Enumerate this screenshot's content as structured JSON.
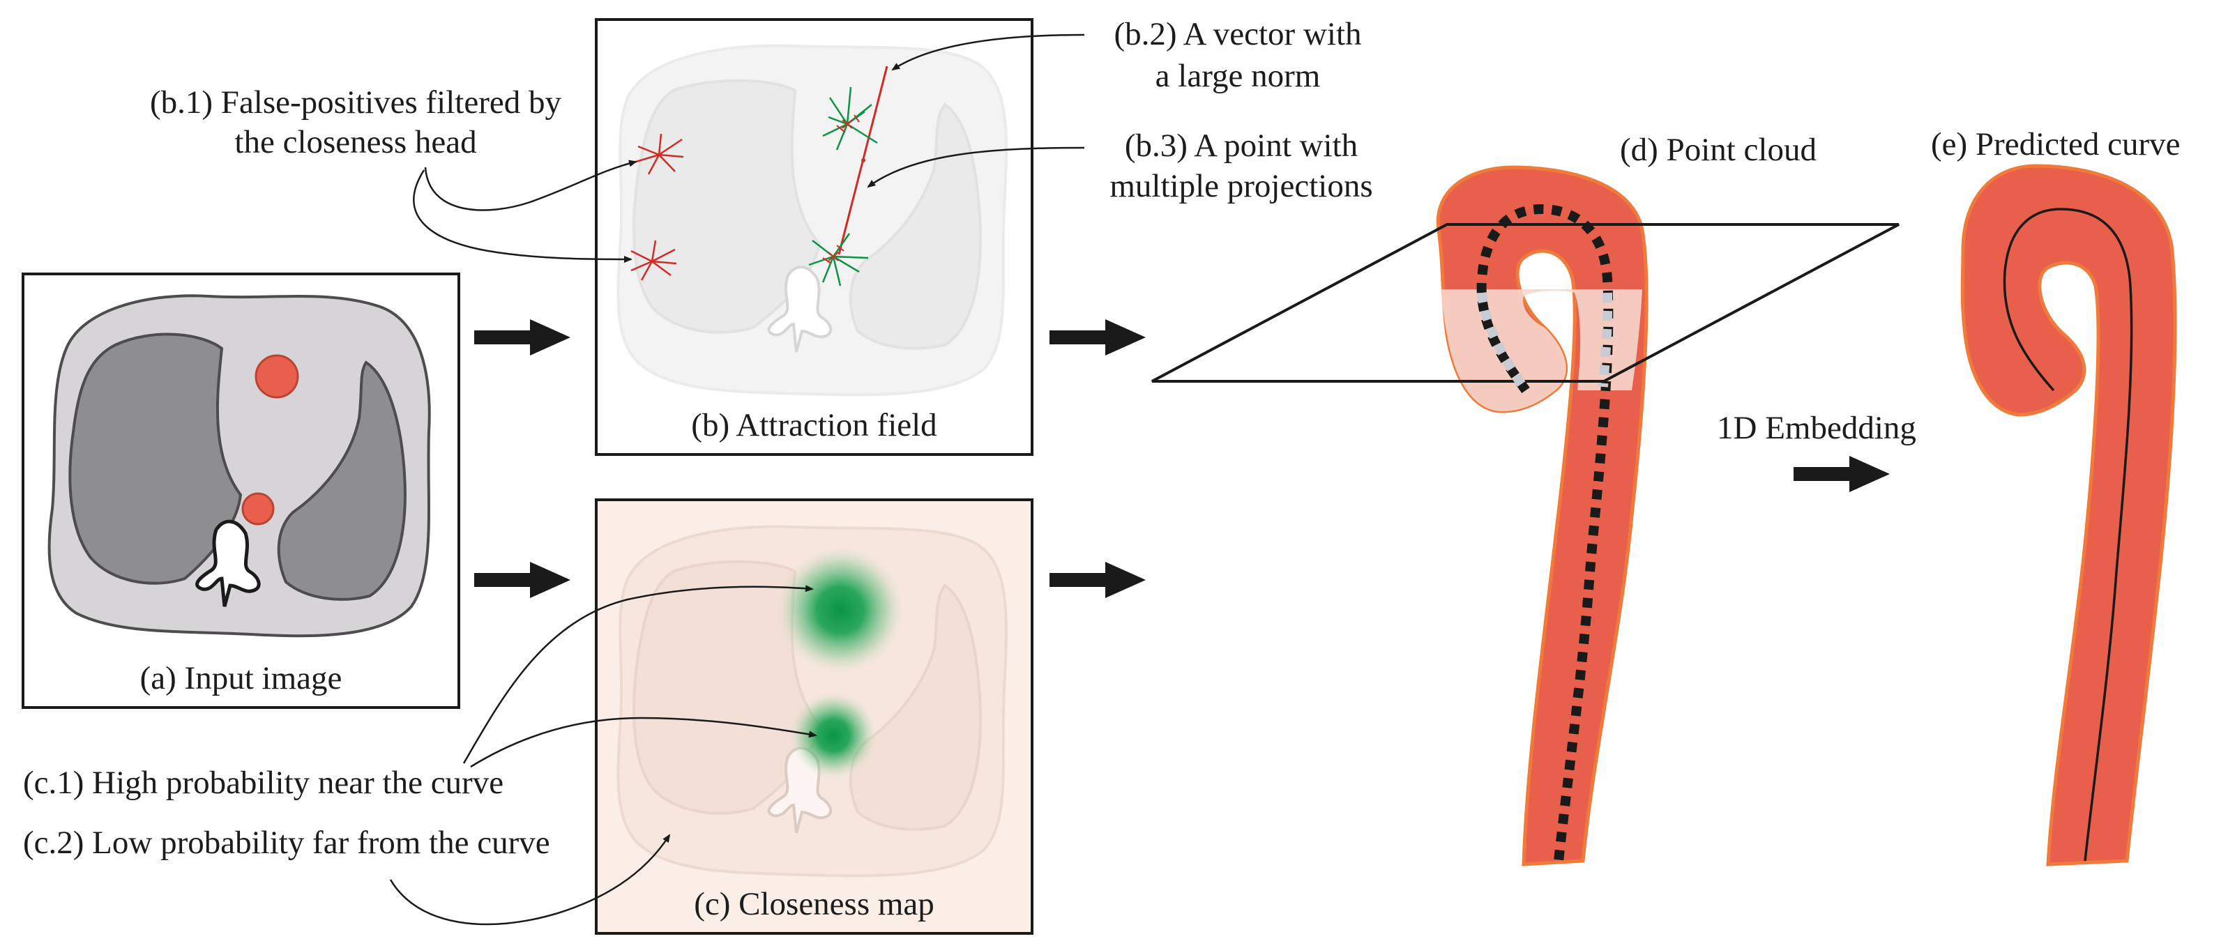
{
  "panels": {
    "a": {
      "caption": "(a) Input image"
    },
    "b": {
      "caption": "(b) Attraction field"
    },
    "c": {
      "caption": "(c) Closeness map"
    },
    "d": {
      "caption": "(d) Point cloud"
    },
    "e": {
      "caption": "(e) Predicted curve"
    }
  },
  "annotations": {
    "b1": [
      "(b.1) False-positives filtered by",
      "the closeness head"
    ],
    "b2": [
      "(b.2) A vector with",
      "a large norm"
    ],
    "b3": [
      "(b.3) A point with",
      "multiple projections"
    ],
    "c1": "(c.1) High probability near the curve",
    "c2": "(c.2) Low probability far from the curve"
  },
  "embedding_label": "1D Embedding",
  "colors": {
    "aorta": "#e8604c",
    "aorta_edge": "#f07a3a",
    "lung_dark": "#8e8e90",
    "body_gray": "#d6d4d6",
    "green": "#0b9444",
    "red_vector": "#d42a24",
    "closeness_bg": "#fbeee6",
    "arrow": "#1a1a1a"
  }
}
